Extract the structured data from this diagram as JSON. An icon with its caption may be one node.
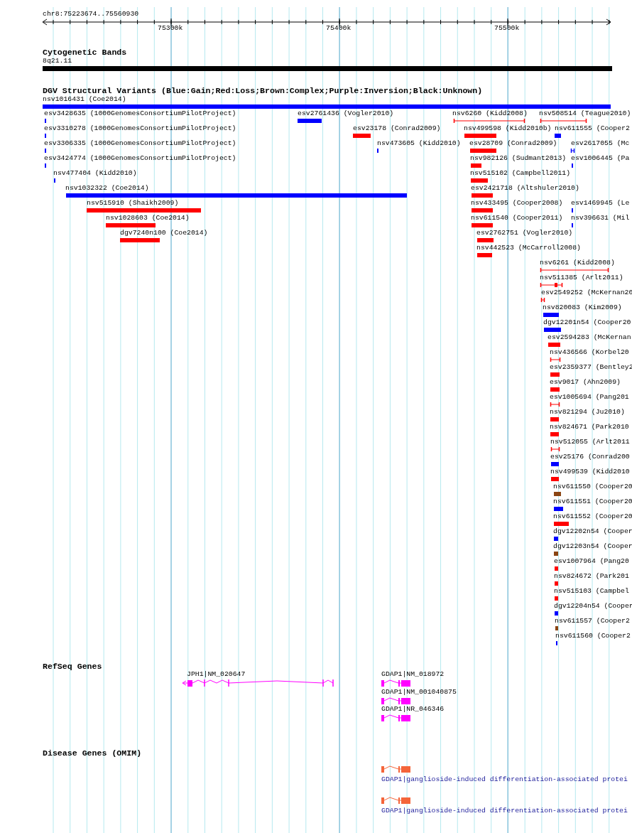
{
  "diagram": {
    "labels": [
      "chr8:75223674..75560930",
      "75300k",
      "75400k",
      "75500k",
      "Cytogenetic Bands",
      "8q21.11",
      "DGV Structural Variants (Blue:Gain;Red:Loss;Brown:Complex;Purple:Inversion;Black:Unknown)",
      "nsv1016431 (Coe2014)",
      "esv3428635 (1000GenomesConsortiumPilotProject)",
      "esv2761436 (Vogler2010)",
      "nsv6260 (Kidd2008)",
      "nsv508514 (Teague2010)",
      "esv3310278 (1000GenomesConsortiumPilotProject)",
      "esv23178 (Conrad2009)",
      "nsv499598 (Kidd2010b)",
      "nsv611555 (Cooper2",
      "esv3306335 (1000GenomesConsortiumPilotProject)",
      "nsv473605 (Kidd2010)",
      "esv28709 (Conrad2009)",
      "esv2617055 (Mc",
      "esv3424774 (1000GenomesConsortiumPilotProject)",
      "nsv982126 (Sudmant2013)",
      "esv1006445 (Pa",
      "nsv477404 (Kidd2010)",
      "nsv515102 (Campbell2011)",
      "nsv1032322 (Coe2014)",
      "esv2421718 (Altshuler2010)",
      "nsv515910 (Shaikh2009)",
      "nsv433495 (Cooper2008)",
      "esv1469945 (Le",
      "nsv1028603 (Coe2014)",
      "nsv611540 (Cooper2011)",
      "nsv396631 (Mil",
      "dgv7240n100 (Coe2014)",
      "esv2762751 (Vogler2010)",
      "nsv442523 (McCarroll2008)",
      "nsv6261 (Kidd2008)",
      "nsv511385 (Arlt2011)",
      "esv2549252 (McKernan20",
      "nsv820083 (Kim2009)",
      "dgv12201n54 (Cooper20",
      "esv2594283 (McKernan",
      "nsv436566 (Korbel20",
      "esv2359377 (Bentley2",
      "esv9017 (Ahn2009)",
      "esv1005694 (Pang201",
      "nsv821294 (Ju2010)",
      "nsv824671 (Park2010",
      "nsv512055 (Arlt2011",
      "esv25176 (Conrad200",
      "nsv499539 (Kidd2010",
      "nsv611550 (Cooper20",
      "nsv611551 (Cooper20",
      "nsv611552 (Cooper20",
      "dgv12202n54 (Cooper",
      "dgv12203n54 (Cooper",
      "esv1007964 (Pang20",
      "nsv824672 (Park201",
      "nsv515103 (Campbel",
      "dgv12204n54 (Cooper",
      "nsv611557 (Cooper2",
      "nsv611560 (Cooper2",
      "RefSeq Genes",
      "JPH1|NM_020647",
      "GDAP1|NM_018972",
      "GDAP1|NM_001040875",
      "GDAP1|NR_046346",
      "Disease Genes (OMIM)",
      "GDAP1|ganglioside-induced differentiation-associated protei",
      "GDAP1|ganglioside-induced differentiation-associated protei"
    ]
  }
}
